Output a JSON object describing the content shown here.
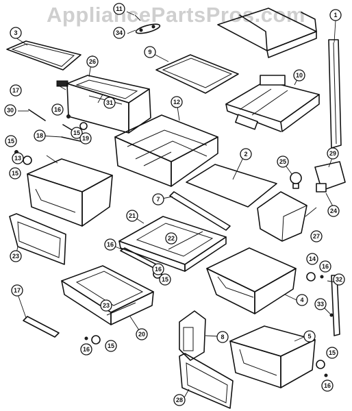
{
  "watermark": "AppliancePartsPros.com",
  "callouts": [
    "1",
    "2",
    "3",
    "4",
    "5",
    "7",
    "8",
    "9",
    "10",
    "11",
    "12",
    "13",
    "14",
    "15",
    "15",
    "15",
    "15",
    "15",
    "15",
    "16",
    "16",
    "16",
    "16",
    "16",
    "16",
    "17",
    "17",
    "18",
    "19",
    "20",
    "21",
    "22",
    "23",
    "23",
    "24",
    "25",
    "26",
    "27",
    "28",
    "29",
    "30",
    "31",
    "32",
    "33",
    "34"
  ]
}
